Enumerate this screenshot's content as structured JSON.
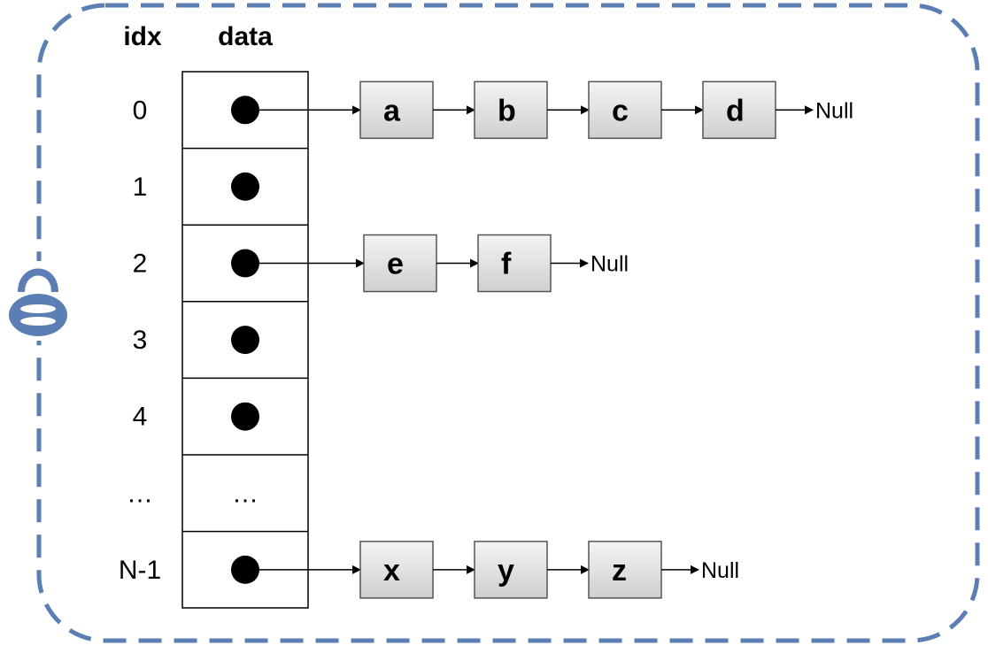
{
  "headers": {
    "idx": "idx",
    "data": "data"
  },
  "rows": [
    {
      "idx": "0",
      "cell": "pointer",
      "chain": [
        "a",
        "b",
        "c",
        "d"
      ]
    },
    {
      "idx": "1",
      "cell": "pointer",
      "chain": []
    },
    {
      "idx": "2",
      "cell": "pointer",
      "chain": [
        "e",
        "f"
      ]
    },
    {
      "idx": "3",
      "cell": "pointer",
      "chain": []
    },
    {
      "idx": "4",
      "cell": "pointer",
      "chain": []
    },
    {
      "idx": "…",
      "cell": "…",
      "chain": []
    },
    {
      "idx": "N-1",
      "cell": "pointer",
      "chain": [
        "x",
        "y",
        "z"
      ]
    }
  ],
  "null_label": "Null",
  "colors": {
    "border_dashed": "#5b7fb5",
    "node_fill_top": "#f4f4f4",
    "node_fill_bottom": "#cfcfcf",
    "line": "#000000"
  },
  "icons": {
    "lock": "lock-icon"
  }
}
